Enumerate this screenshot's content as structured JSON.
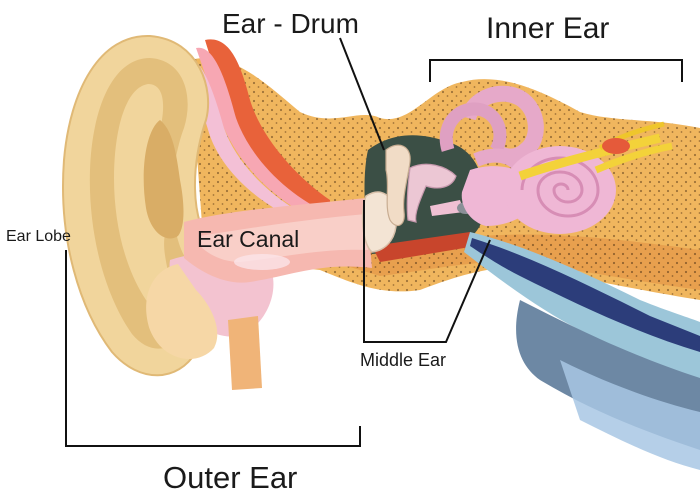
{
  "labels": {
    "ear_drum": "Ear - Drum",
    "inner_ear": "Inner Ear",
    "ear_lobe": "Ear Lobe",
    "ear_canal": "Ear Canal",
    "middle_ear": "Middle Ear",
    "outer_ear": "Outer Ear"
  },
  "colors": {
    "pinna": "#f1d59c",
    "pinna_inner": "#e3bf7c",
    "bone": "#f0b65e",
    "bone_dots": "#5a3b1a",
    "canal_skin": "#f6b8b0",
    "canal_red": "#e8623a",
    "cavity": "#3b4f45",
    "cochlea": "#efb7d5",
    "nerve": "#f3d23a",
    "tube_blue": "#9cc6d9",
    "tube_navy": "#2c3d7a",
    "tube_slate": "#6d88a4"
  }
}
